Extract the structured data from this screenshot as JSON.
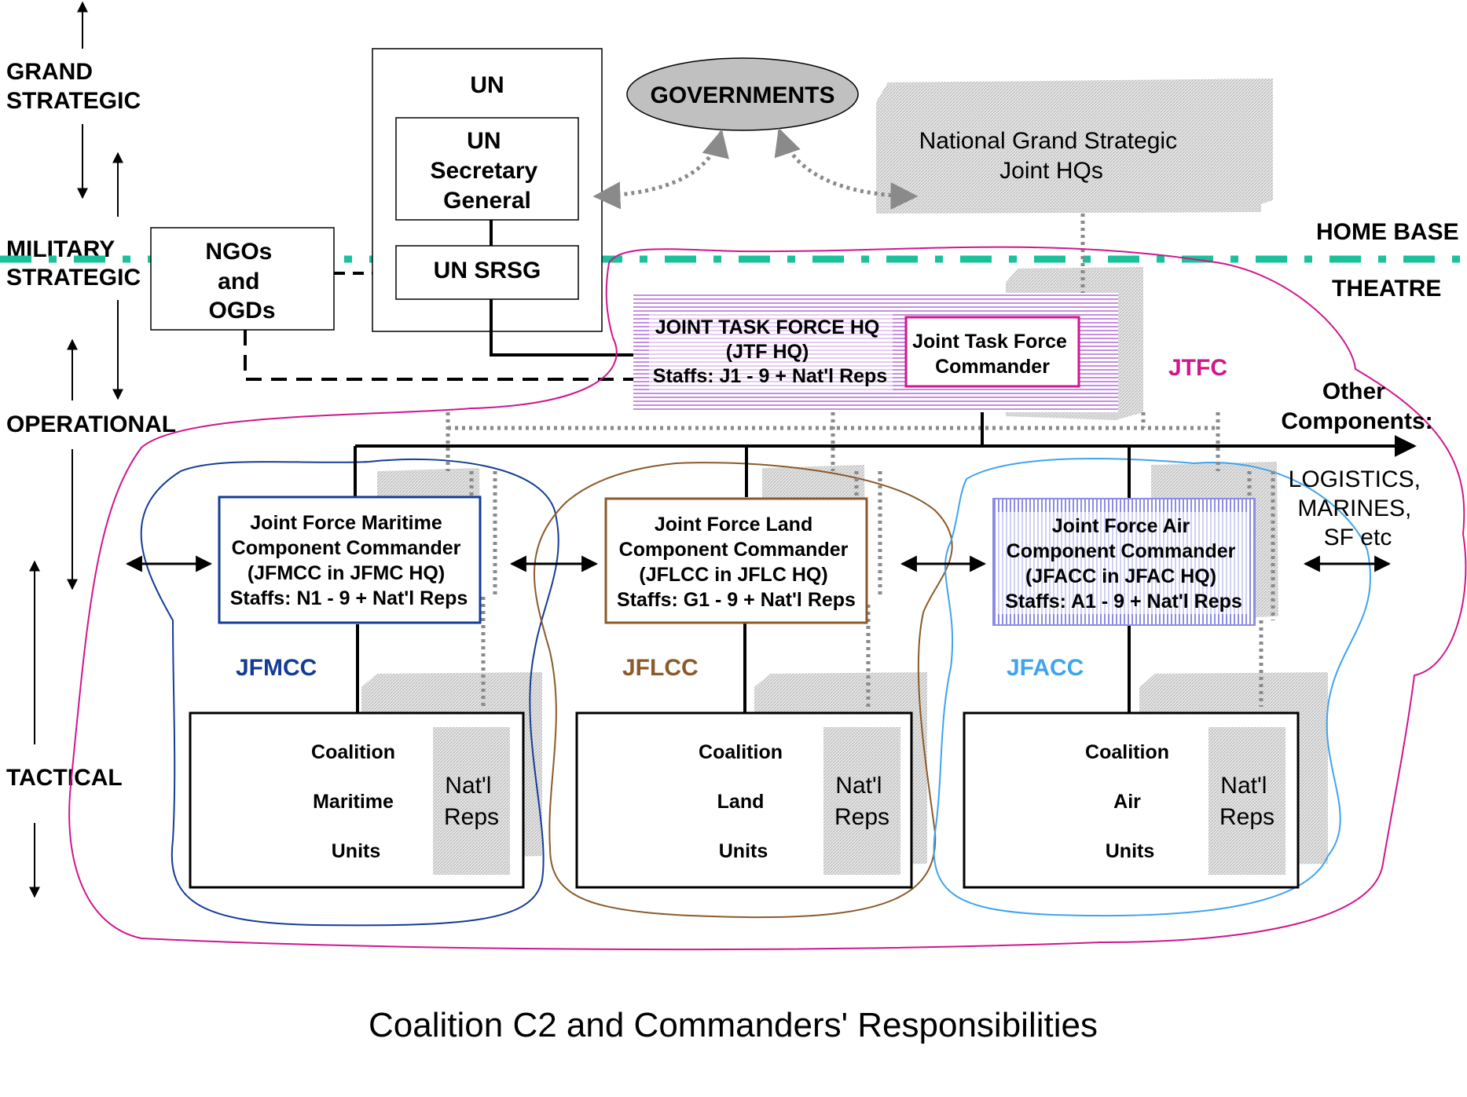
{
  "levels": {
    "grand": [
      "GRAND",
      "STRATEGIC"
    ],
    "military": [
      "MILITARY",
      "STRATEGIC"
    ],
    "operational": "OPERATIONAL",
    "tactical": "TACTICAL"
  },
  "un": {
    "title": "UN",
    "secretary_general": [
      "UN",
      "Secretary",
      "General"
    ],
    "srsg": "UN SRSG"
  },
  "ngos": [
    "NGOs",
    "and",
    "OGDs"
  ],
  "governments": "GOVERNMENTS",
  "national_hq": [
    "National Grand Strategic",
    "Joint HQs"
  ],
  "zones": {
    "home_base": "HOME BASE",
    "theatre": "THEATRE"
  },
  "jtf_hq": [
    "JOINT TASK FORCE HQ",
    "(JTF HQ)",
    "Staffs: J1 - 9 + Nat'l Reps"
  ],
  "jtf_commander": [
    "Joint Task Force",
    "Commander"
  ],
  "jtfc_label": "JTFC",
  "other_components": [
    "Other",
    "Components:"
  ],
  "other_list": [
    "LOGISTICS,",
    "MARINES,",
    "SF etc"
  ],
  "components": [
    {
      "box": [
        "Joint Force Maritime",
        "Component Commander",
        "(JFMCC in JFMC HQ)",
        "Staffs: N1 - 9 + Nat'l Reps"
      ],
      "label": "JFMCC",
      "units": [
        "Coalition",
        "Maritime",
        "Units"
      ],
      "reps": [
        "Nat'l",
        "Reps"
      ]
    },
    {
      "box": [
        "Joint Force Land",
        "Component Commander",
        "(JFLCC in JFLC HQ)",
        "Staffs: G1 - 9 + Nat'l Reps"
      ],
      "label": "JFLCC",
      "units": [
        "Coalition",
        "Land",
        "Units"
      ],
      "reps": [
        "Nat'l",
        "Reps"
      ]
    },
    {
      "box": [
        "Joint Force Air",
        "Component Commander",
        "(JFACC in JFAC HQ)",
        "Staffs: A1 - 9 + Nat'l Reps"
      ],
      "label": "JFACC",
      "units": [
        "Coalition",
        "Air",
        "Units"
      ],
      "reps": [
        "Nat'l",
        "Reps"
      ]
    }
  ],
  "caption": "Coalition C2 and Commanders' Responsibilities",
  "colors": {
    "jtfc": "#d0168e",
    "maritime": "#143c96",
    "land": "#8b5a2b",
    "air": "#3fa4ee",
    "home_line": "#19c29a",
    "hatch": "#c8c8c8",
    "jtf_stripe": "#c58ee3",
    "air_stripe": "#8c8ce6"
  }
}
